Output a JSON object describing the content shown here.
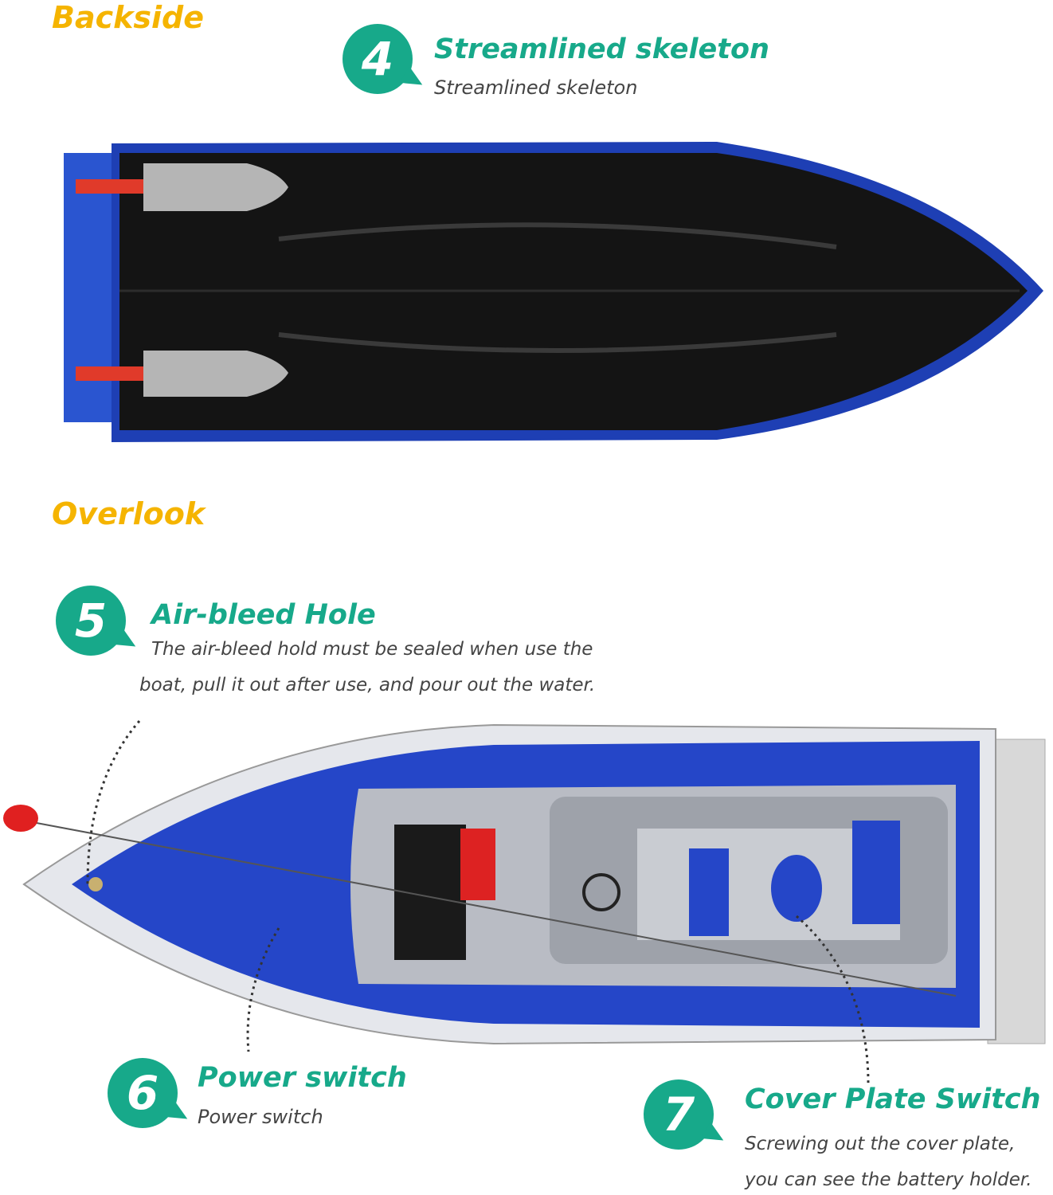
{
  "sections": {
    "backside": "Backside",
    "overlook": "Overlook"
  },
  "colors": {
    "accent_teal": "#17a98a",
    "section_yellow": "#f5b400",
    "hull_blue": "#1e3fb4"
  },
  "callouts": [
    {
      "number": "4",
      "title": "Streamlined skeleton",
      "subtitle": "Streamlined skeleton"
    },
    {
      "number": "5",
      "title": "Air-bleed Hole",
      "lines": [
        "The air-bleed hold must be sealed when use the",
        "boat, pull it out after use, and pour out the water."
      ]
    },
    {
      "number": "6",
      "title": "Power switch",
      "subtitle": "Power switch"
    },
    {
      "number": "7",
      "title": "Cover Plate Switch",
      "lines": [
        "Screwing out the cover plate,",
        "you can see the battery holder."
      ]
    }
  ]
}
